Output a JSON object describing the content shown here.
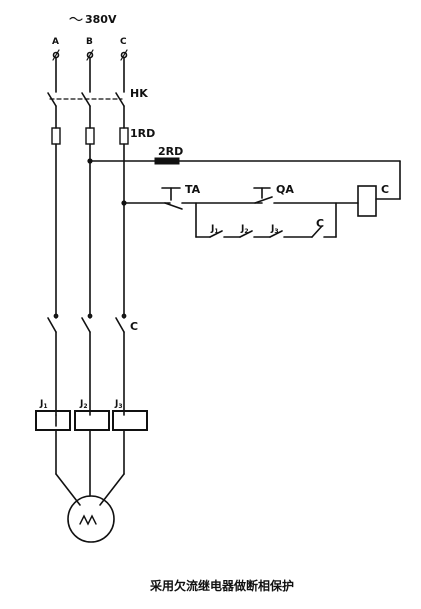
{
  "supply": {
    "voltage": "380V",
    "phases": [
      "A",
      "B",
      "C"
    ]
  },
  "components": {
    "knife_switch": "HK",
    "fuse_main": "1RD",
    "fuse_control": "2RD",
    "stop_button": "TA",
    "start_button": "QA",
    "contactor_coil": "C",
    "contactor_main_contacts": "C",
    "contactor_aux_contact": "C",
    "relays": [
      {
        "letter": "J",
        "sub": "1"
      },
      {
        "letter": "J",
        "sub": "2"
      },
      {
        "letter": "J",
        "sub": "3"
      }
    ]
  },
  "caption": "采用欠流继电器做断相保护"
}
